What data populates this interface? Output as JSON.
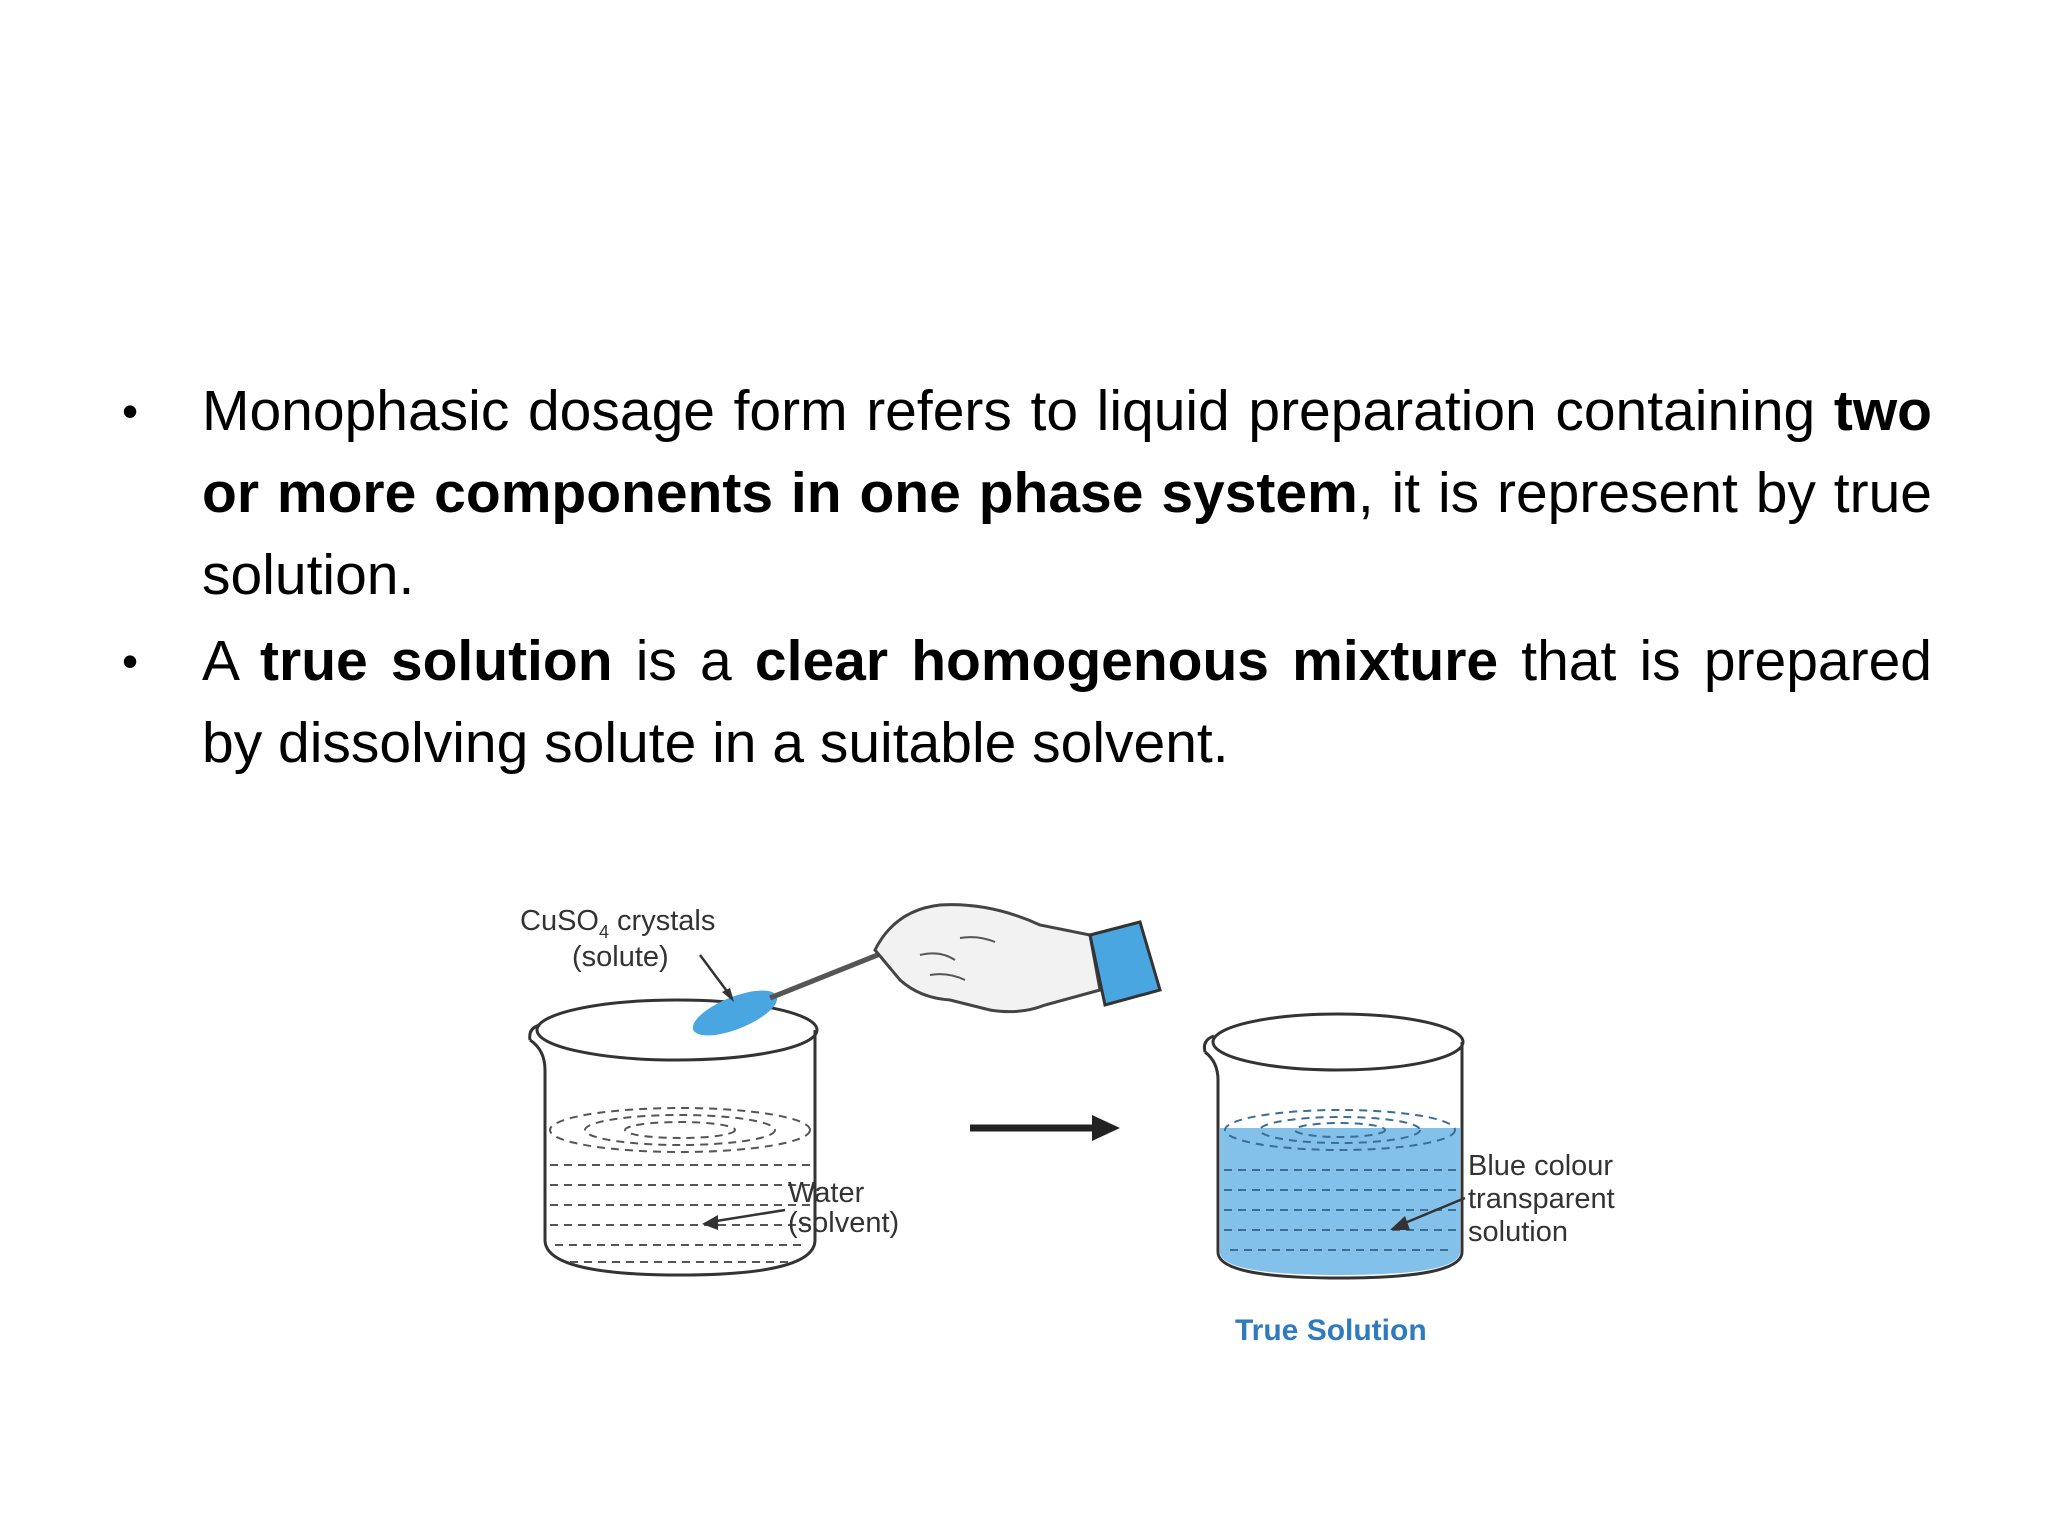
{
  "bullets": [
    {
      "parts": [
        {
          "text": "Monophasic dosage form refers to liquid preparation containing ",
          "bold": false
        },
        {
          "text": "two or more components in one phase system",
          "bold": true
        },
        {
          "text": ", it is represent by true solution.",
          "bold": false
        }
      ]
    },
    {
      "parts": [
        {
          "text": "A ",
          "bold": false
        },
        {
          "text": "true solution",
          "bold": true
        },
        {
          "text": " is a ",
          "bold": false
        },
        {
          "text": "clear homogenous mixture",
          "bold": true
        },
        {
          "text": " that is prepared by dissolving solute in a suitable solvent.",
          "bold": false
        }
      ]
    }
  ],
  "figure": {
    "solute_label_line1": "CuSO",
    "solute_label_sub": "4",
    "solute_label_line1b": " crystals",
    "solute_label_line2": "(solute)",
    "solvent_label_line1": "Water",
    "solvent_label_line2": "(solvent)",
    "result_label_line1": "Blue colour",
    "result_label_line2": "transparent",
    "result_label_line3": "solution",
    "caption": "True Solution",
    "colors": {
      "solution_blue": "#6fb6e6",
      "crystal_blue": "#4aa6e0",
      "caption_blue": "#2f7bbd"
    }
  }
}
